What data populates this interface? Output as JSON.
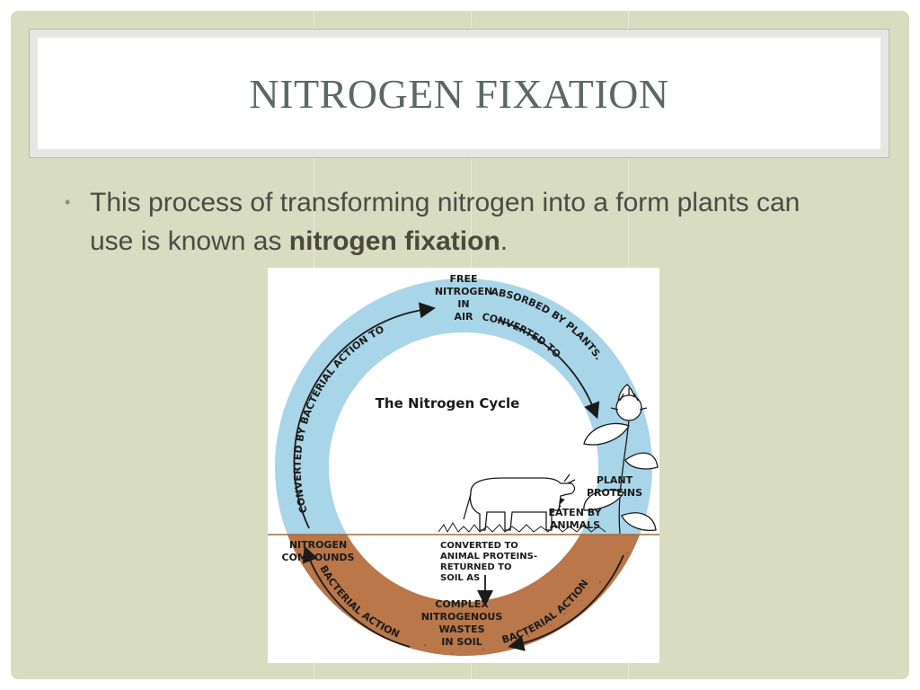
{
  "slide": {
    "title": "NITROGEN FIXATION",
    "bullet": {
      "text_before": "This process of transforming nitrogen into a form plants can use is known as ",
      "bold": "nitrogen fixation",
      "text_after": "."
    }
  },
  "diagram": {
    "title": "The Nitrogen Cycle",
    "labels": {
      "free_nitrogen": [
        "FREE",
        "NITROGEN",
        "IN",
        "AIR"
      ],
      "absorbed": "ABSORBED BY PLANTS.",
      "converted_to": "CONVERTED TO",
      "converted_by_bacterial": "CONVERTED BY BACTERIAL ACTION TO",
      "plant_proteins": [
        "PLANT",
        "PROTEINS"
      ],
      "eaten_by": [
        "EATEN BY",
        "ANIMALS"
      ],
      "nitrogen_compounds": [
        "NITROGEN",
        "COMPOUNDS"
      ],
      "converted_animal": [
        "CONVERTED TO",
        "ANIMAL PROTEINS-",
        "RETURNED TO",
        "SOIL AS"
      ],
      "complex_wastes": [
        "COMPLEX",
        "NITROGENOUS",
        "WASTES",
        "IN SOIL"
      ],
      "bacterial_left": "BACTERIAL ACTION",
      "bacterial_right": "BACTERIAL ACTION"
    },
    "colors": {
      "sky": "#a9d5e8",
      "soil": "#b9774a",
      "slide_bg": "#d8dcc0"
    }
  }
}
